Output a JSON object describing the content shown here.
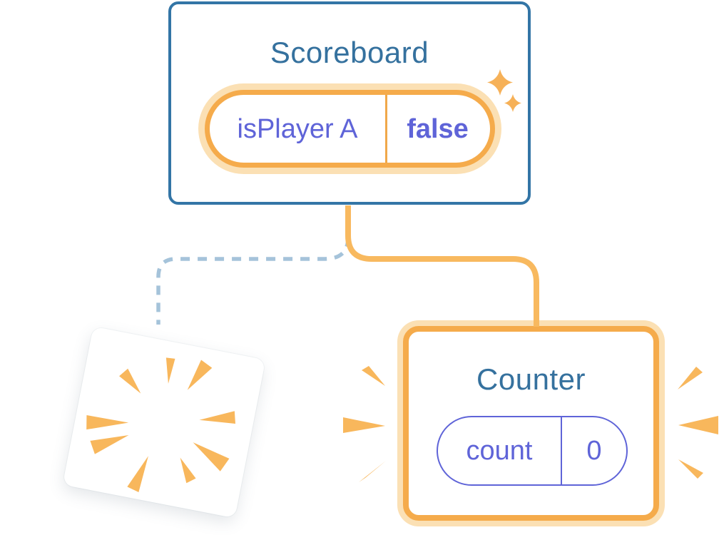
{
  "scoreboard": {
    "title": "Scoreboard",
    "state": {
      "name": "isPlayer A",
      "value": "false"
    }
  },
  "counter": {
    "title": "Counter",
    "state": {
      "name": "count",
      "value": "0"
    }
  },
  "removed_component": {
    "description": "deleted component shown as white tilted card with poof burst",
    "icon": "poof-burst-icon"
  },
  "connectors": {
    "active_branch": "solid orange line from Scoreboard to Counter",
    "removed_branch": "dashed blue line from Scoreboard to removed component"
  },
  "icons": {
    "sparkle_large": "sparkle-icon",
    "sparkle_small": "sparkle-icon",
    "poof": "poof-burst-icon",
    "emphasis_left": "emphasis-rays-icon",
    "emphasis_right": "emphasis-rays-icon"
  },
  "colors": {
    "background": "#FFFFFF",
    "card_border_blue": "#3375A6",
    "title_blue": "#35719E",
    "state_purple": "#5F64D8",
    "pill_orange": "#F5AB4B",
    "pill_halo_orange": "#FBE0B4",
    "connector_orange": "#F8B95F",
    "ray_orange": "#F8B75C",
    "dashed_blue": "#A5C3DA"
  }
}
